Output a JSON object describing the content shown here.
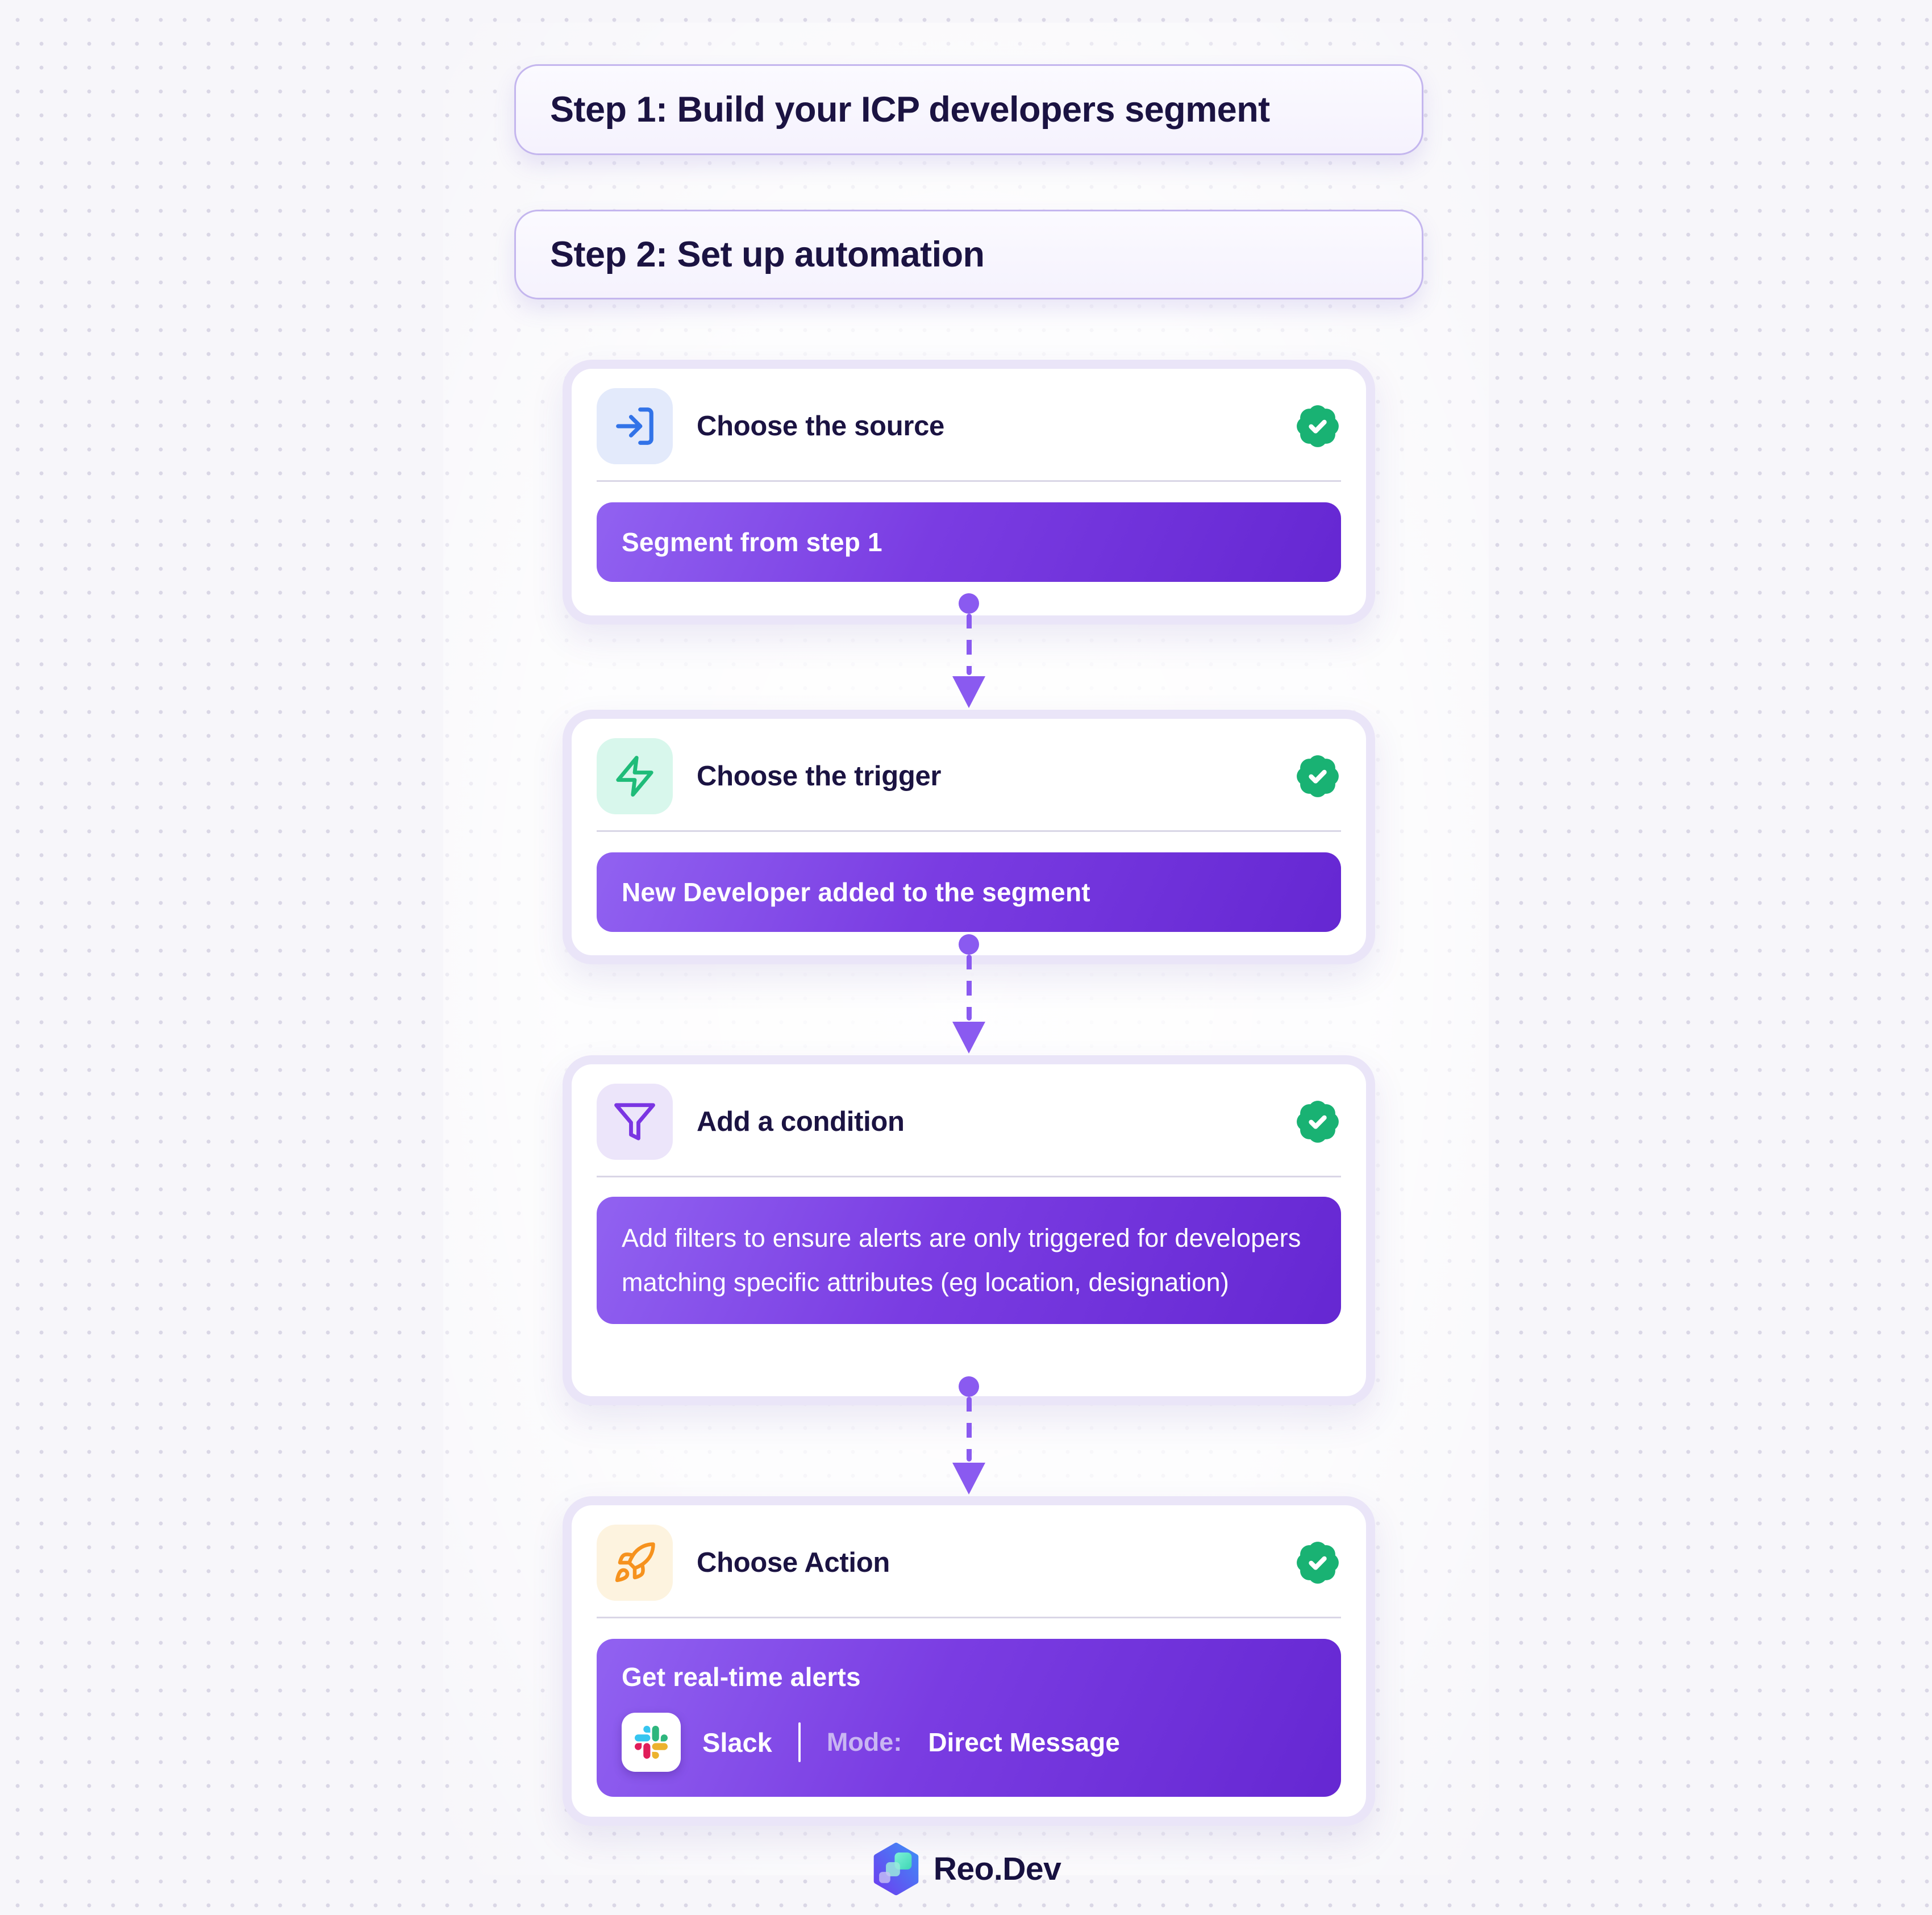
{
  "steps": [
    {
      "label": "Step 1: Build your ICP developers segment"
    },
    {
      "label": "Step 2: Set up automation"
    }
  ],
  "cards": [
    {
      "title": "Choose the source",
      "icon": "login-icon",
      "status": "completed",
      "value": "Segment from step 1"
    },
    {
      "title": "Choose the trigger",
      "icon": "lightning-icon",
      "status": "completed",
      "value": "New Developer added to the segment"
    },
    {
      "title": "Add a condition",
      "icon": "filter-icon",
      "status": "completed",
      "value": "Add filters to ensure alerts are only triggered for developers matching specific attributes (eg location, designation)"
    },
    {
      "title": "Choose Action",
      "icon": "rocket-icon",
      "status": "completed"
    }
  ],
  "action": {
    "heading": "Get real-time alerts",
    "integration": "Slack",
    "mode_label": "Mode:",
    "mode_value": "Direct Message"
  },
  "footer": {
    "brand": "Reo.Dev"
  },
  "colors": {
    "bg": "#f7f6fa",
    "navy": "#1b1342",
    "ring": "#eae5f8",
    "conn": "#8a5af0",
    "accent_purple": "#7a3ce2",
    "badge_green": "#19b273",
    "login_icon_blue": "#3273e8",
    "lightning_green": "#1fbc79",
    "filter_purple": "#7a35e2",
    "rocket_orange": "#f6921e",
    "slack_blue": "#36C5F0",
    "slack_green": "#2EB67D",
    "slack_yellow": "#ECB22E",
    "slack_red": "#E01E5A"
  }
}
